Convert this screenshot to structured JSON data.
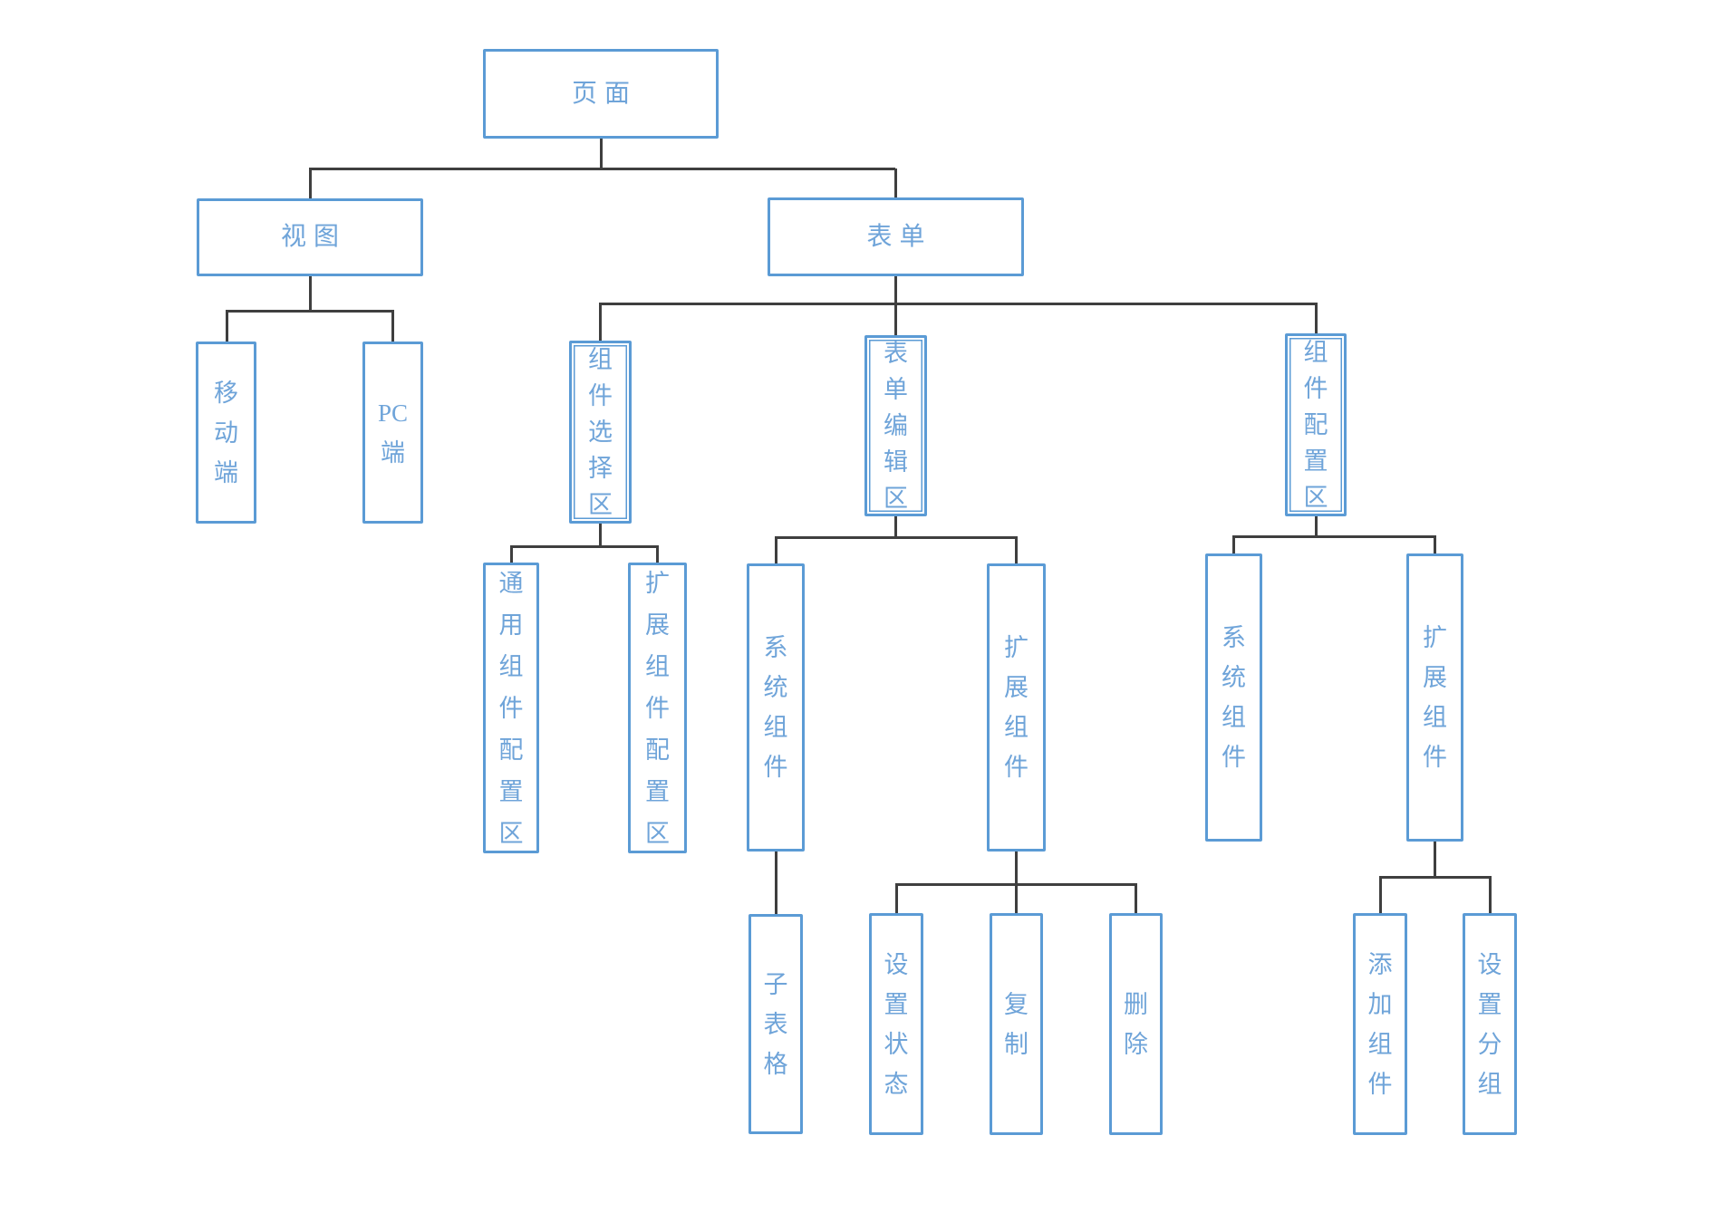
{
  "diagram": {
    "type": "org-tree",
    "nodes": {
      "page": {
        "label": "页面"
      },
      "view": {
        "label": "视图"
      },
      "form": {
        "label": "表单"
      },
      "mobile": {
        "label": "移动端"
      },
      "pc": {
        "label": "PC端"
      },
      "comp_select": {
        "label": "组件选择区"
      },
      "form_edit": {
        "label": "表单编辑区"
      },
      "comp_config": {
        "label": "组件配置区"
      },
      "general_comp_config": {
        "label": "通用组件配置区"
      },
      "ext_comp_config": {
        "label": "扩展组件配置区"
      },
      "sys_comp_left": {
        "label": "系统组件"
      },
      "ext_comp_left": {
        "label": "扩展组件"
      },
      "sys_comp_right": {
        "label": "系统组件"
      },
      "ext_comp_right": {
        "label": "扩展组件"
      },
      "subtable": {
        "label": "子表格"
      },
      "set_status": {
        "label": "设置状态"
      },
      "copy": {
        "label": "复制"
      },
      "delete": {
        "label": "删除"
      },
      "add_comp": {
        "label": "添加组件"
      },
      "set_group": {
        "label": "设置分组"
      }
    },
    "hierarchy": {
      "页面": {
        "视图": [
          "移动端",
          "PC端"
        ],
        "表单": {
          "组件选择区": [
            "通用组件配置区",
            "扩展组件配置区"
          ],
          "表单编辑区": {
            "系统组件": [
              "子表格"
            ],
            "扩展组件": [
              "设置状态",
              "复制",
              "删除"
            ]
          },
          "组件配置区": {
            "系统组件": [],
            "扩展组件": [
              "添加组件",
              "设置分组"
            ]
          }
        }
      }
    },
    "colors": {
      "box_border": "#5B9BD5",
      "box_text": "#6FA4D9",
      "connector": "#3F3F3F",
      "background": "#FFFFFF"
    }
  }
}
